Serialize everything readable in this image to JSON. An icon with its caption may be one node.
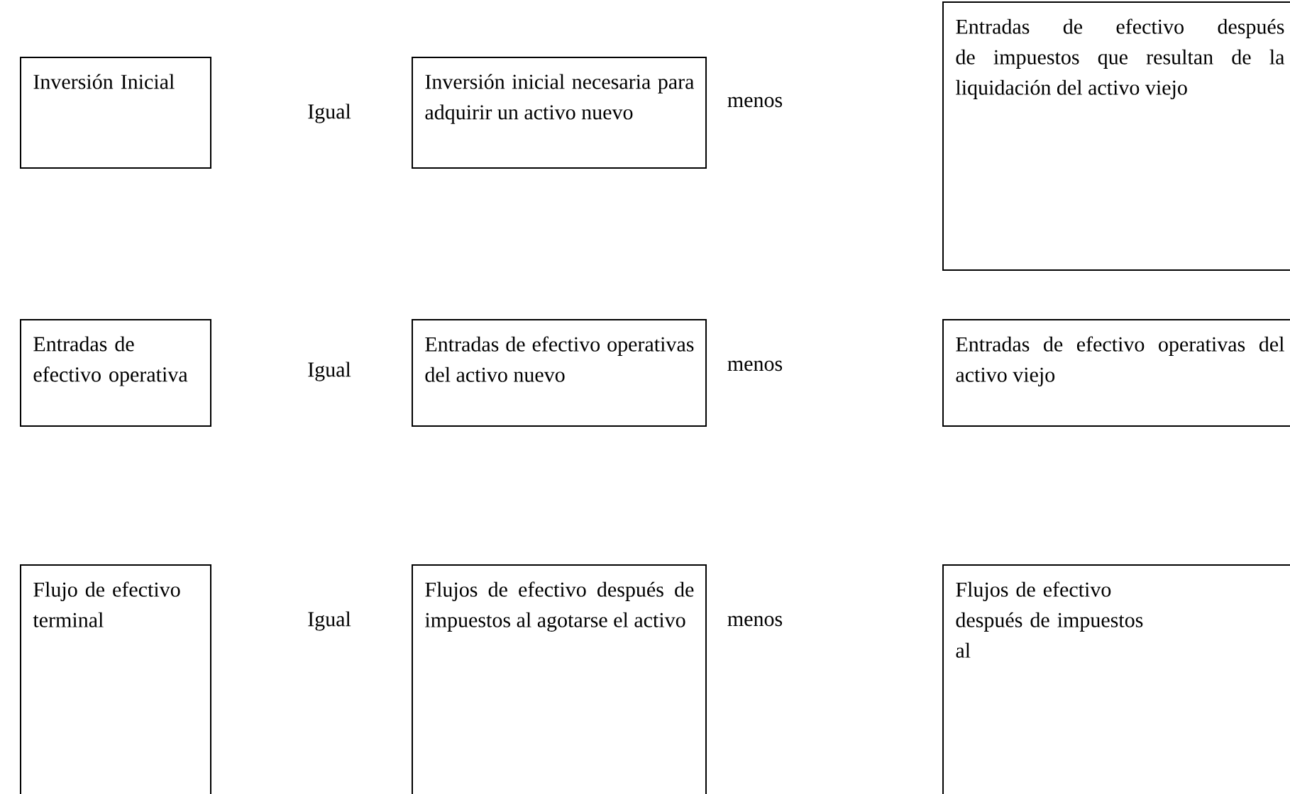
{
  "diagram": {
    "nodes": [
      {
        "text": [
          "Inversión Inicial"
        ]
      },
      {
        "text": [
          "Inversión inicial necesaria para adquirir un activo nuevo"
        ]
      },
      {
        "text": [
          "Entradas de efectivo después de impuestos que resultan de la liquidación del activo viejo"
        ]
      },
      {
        "text": [
          "Entradas de efectivo operativa"
        ]
      },
      {
        "text": [
          "Entradas de efectivo operativas del activo nuevo"
        ]
      },
      {
        "text": [
          "Entradas de efectivo operativas del activo viejo"
        ]
      },
      {
        "text": [
          "Flujo de efectivo terminal"
        ]
      },
      {
        "text": [
          "Flujos de efectivo después de impuestos al agotarse el activo"
        ]
      },
      {
        "text": [
          "Flujos de efectivo después de impuestos al"
        ]
      }
    ],
    "labels": [
      "Igual",
      "menos",
      "Igual",
      "menos",
      "Igual",
      "menos"
    ]
  }
}
